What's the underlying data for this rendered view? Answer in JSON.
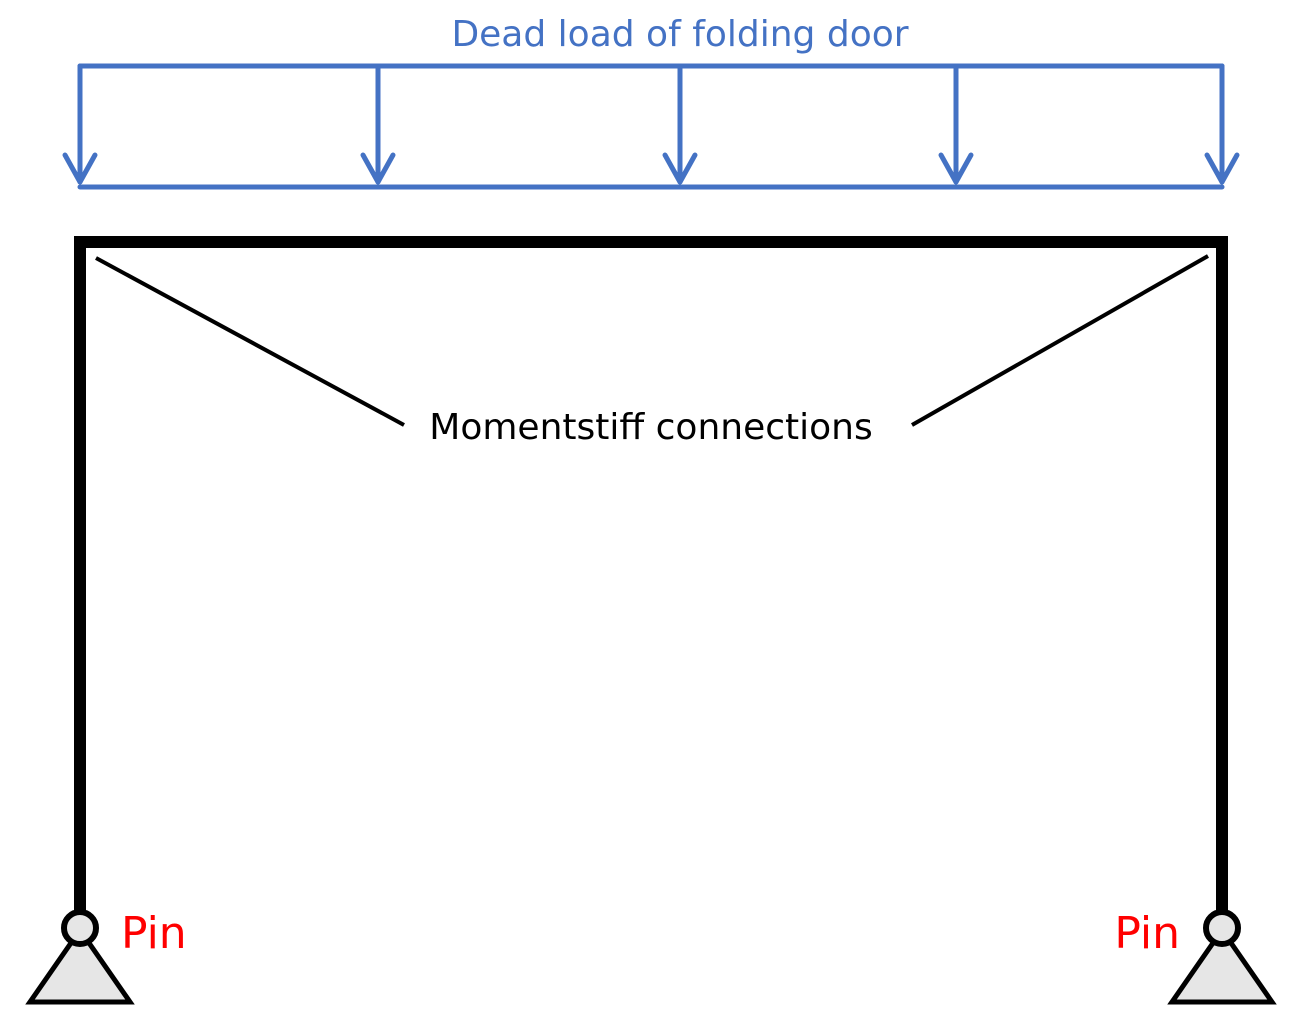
{
  "diagram": {
    "load": {
      "title": "Dead load of folding door",
      "color": "#4472C4"
    },
    "frame": {
      "color": "#000000"
    },
    "connections": {
      "label": "Momentstiff connections"
    },
    "supports": {
      "left": {
        "label": "Pin"
      },
      "right": {
        "label": "Pin"
      },
      "label_color": "#FF0000",
      "fill_color": "#E6E6E6"
    }
  }
}
